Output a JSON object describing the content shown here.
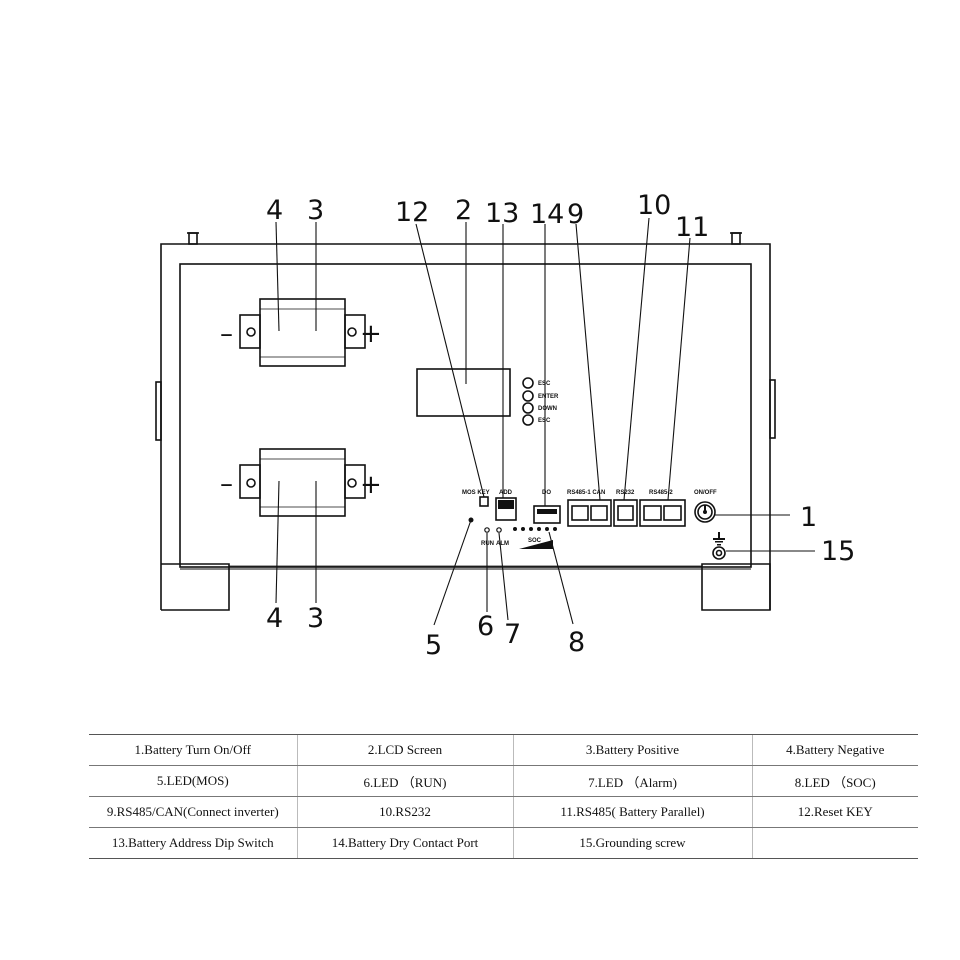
{
  "diagram": {
    "callouts": [
      "1",
      "2",
      "3",
      "4",
      "5",
      "6",
      "7",
      "8",
      "9",
      "10",
      "11",
      "12",
      "13",
      "14",
      "15"
    ],
    "panel_labels": {
      "mos_key": "MOS KEY",
      "add": "ADD",
      "do": "DO",
      "rs485_1_can": "RS485-1 CAN",
      "rs232": "RS232",
      "rs485_2": "RS485-2",
      "on_off": "ON/OFF",
      "run": "RUN",
      "alm": "ALM",
      "soc": "SOC",
      "lcd_buttons": [
        "ESC",
        "ENTER",
        "DOWN",
        "ESC"
      ]
    },
    "signs": {
      "positive": "+",
      "negative": "–"
    }
  },
  "legend": {
    "rows": [
      [
        "1.Battery Turn On/Off",
        "2.LCD Screen",
        "3.Battery Positive",
        "4.Battery Negative"
      ],
      [
        "5.LED(MOS)",
        "6.LED （RUN)",
        "7.LED （Alarm)",
        "8.LED （SOC)"
      ],
      [
        "9.RS485/CAN(Connect inverter)",
        "10.RS232",
        "11.RS485( Battery Parallel)",
        "12.Reset KEY"
      ],
      [
        "13.Battery Address Dip Switch",
        "14.Battery Dry Contact Port",
        "15.Grounding screw",
        ""
      ]
    ]
  }
}
